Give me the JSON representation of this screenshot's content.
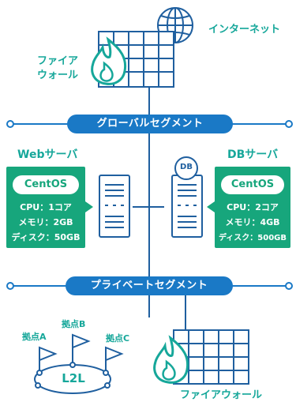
{
  "internet": {
    "label": "インターネット"
  },
  "top_firewall": {
    "label_line1": "ファイア",
    "label_line2": "ウォール"
  },
  "global_segment": {
    "label": "グローバルセグメント"
  },
  "web_server": {
    "title": "Webサーバ",
    "os": "CentOS",
    "cpu": "CPU：1コア",
    "memory": "メモリ：2GB",
    "disk": "ディスク：50GB"
  },
  "db_server": {
    "title": "DBサーバ",
    "badge": "DB",
    "os": "CentOS",
    "cpu": "CPU：2コア",
    "memory": "メモリ：4GB",
    "disk": "ディスク：500GB"
  },
  "private_segment": {
    "label": "プライベートセグメント"
  },
  "l2l": {
    "label": "L2L",
    "site_a": "拠点A",
    "site_b": "拠点B",
    "site_c": "拠点C"
  },
  "bottom_firewall": {
    "label": "ファイアウォール"
  },
  "colors": {
    "segment_blue": "#1a79c6",
    "accent_teal": "#16a79a",
    "card_green": "#17a67c",
    "line_blue": "#1f5f9f"
  }
}
